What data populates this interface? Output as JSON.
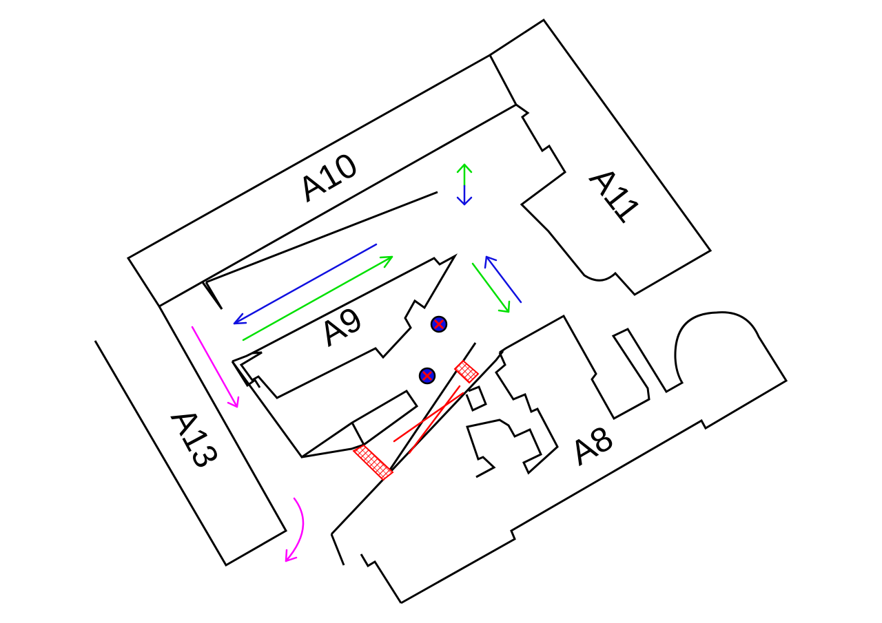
{
  "buildings": {
    "a8": {
      "label": "A8"
    },
    "a9": {
      "label": "A9"
    },
    "a10": {
      "label": "A10"
    },
    "a11": {
      "label": "A11"
    },
    "a13": {
      "label": "A13"
    }
  },
  "colors": {
    "walls": "#000000",
    "green_arrows": "#00e000",
    "blue_arrows": "#1010e0",
    "magenta_arrows": "#ff00ff",
    "blocked_red": "#ff0000",
    "marker_fill": "#1010e0",
    "marker_cross": "#ff0000"
  },
  "icons": {
    "blocked_crossing": "hatched-barrier-icon",
    "blocked_marker": "blocked-point-icon",
    "closed_passage": "x-cross-icon"
  }
}
